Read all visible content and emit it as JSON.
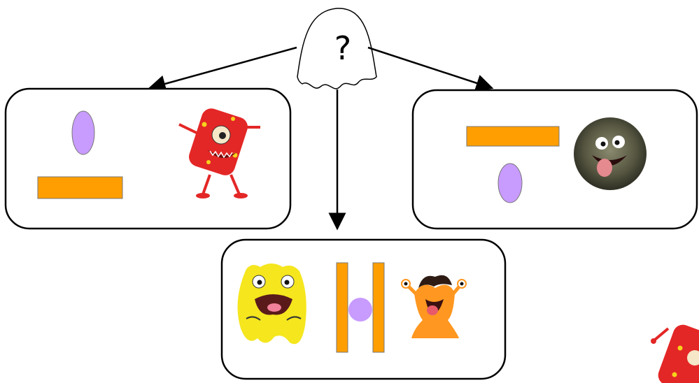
{
  "ghost": {
    "label": "?",
    "icon": "ghost-icon"
  },
  "colors": {
    "panel_stroke": "#000000",
    "bar_fill": "#FF9E00",
    "oval_fill": "#C89BFF",
    "red_monster": "#E32726",
    "yellow_monster": "#F5E61E",
    "orange_monster": "#FF9720",
    "fur_monster": "#5A5A44"
  },
  "panels": [
    {
      "name": "left",
      "monster_icon": "red-one-eyed-monster-icon",
      "arrangement": "oval-above-bar"
    },
    {
      "name": "center",
      "monster_icon": "yellow-furry-monster-icon",
      "second_monster_icon": "orange-tongue-monster-icon",
      "arrangement": "circle-between-vertical-bars"
    },
    {
      "name": "right",
      "monster_icon": "gray-furball-monster-icon",
      "arrangement": "bar-above-oval"
    }
  ],
  "corner_fragment": {
    "monster_icon": "red-one-eyed-monster-fragment-icon"
  }
}
